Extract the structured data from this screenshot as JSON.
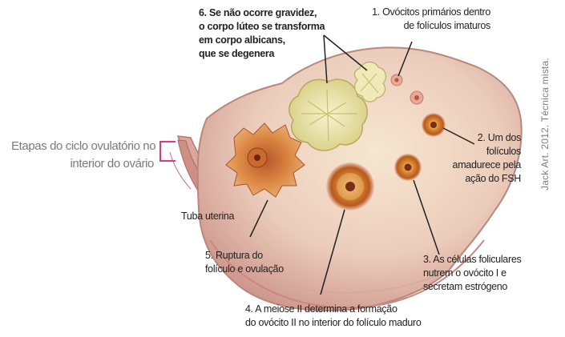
{
  "side_title": {
    "line1": "Etapas do ciclo ovulatório no",
    "line2": "interior do ovário"
  },
  "labels": {
    "step1": {
      "line1": "1. Ovócitos primários dentro",
      "line2": "de folículos imaturos"
    },
    "step2": {
      "line1": "2. Um dos",
      "line2": "folículos",
      "line3": "amadurece pela",
      "line4": "ação do FSH"
    },
    "step3": {
      "line1": "3. As células foliculares",
      "line2": "nutrem o ovócito I e",
      "line3": "secretam estrógeno"
    },
    "step4": {
      "line1": "4. A meiose II determina a formação",
      "line2": "do ovócito II no interior do folículo maduro"
    },
    "step5": {
      "line1": "5. Ruptura do",
      "line2": "folículo e ovulação"
    },
    "step6": {
      "line1": "6. Se não ocorre gravidez,",
      "line2": "o corpo lúteo se transforma",
      "line3": "em corpo albicans,",
      "line4": "que se degenera"
    },
    "tube": "Tuba uterina"
  },
  "credit": "Jack Art. 2012. Técnica mista.",
  "colors": {
    "accent_bracket": "#e0358a",
    "tissue": "#e9cfc4",
    "follicle": "#d97a2b",
    "corpus": "#efe9b0"
  }
}
